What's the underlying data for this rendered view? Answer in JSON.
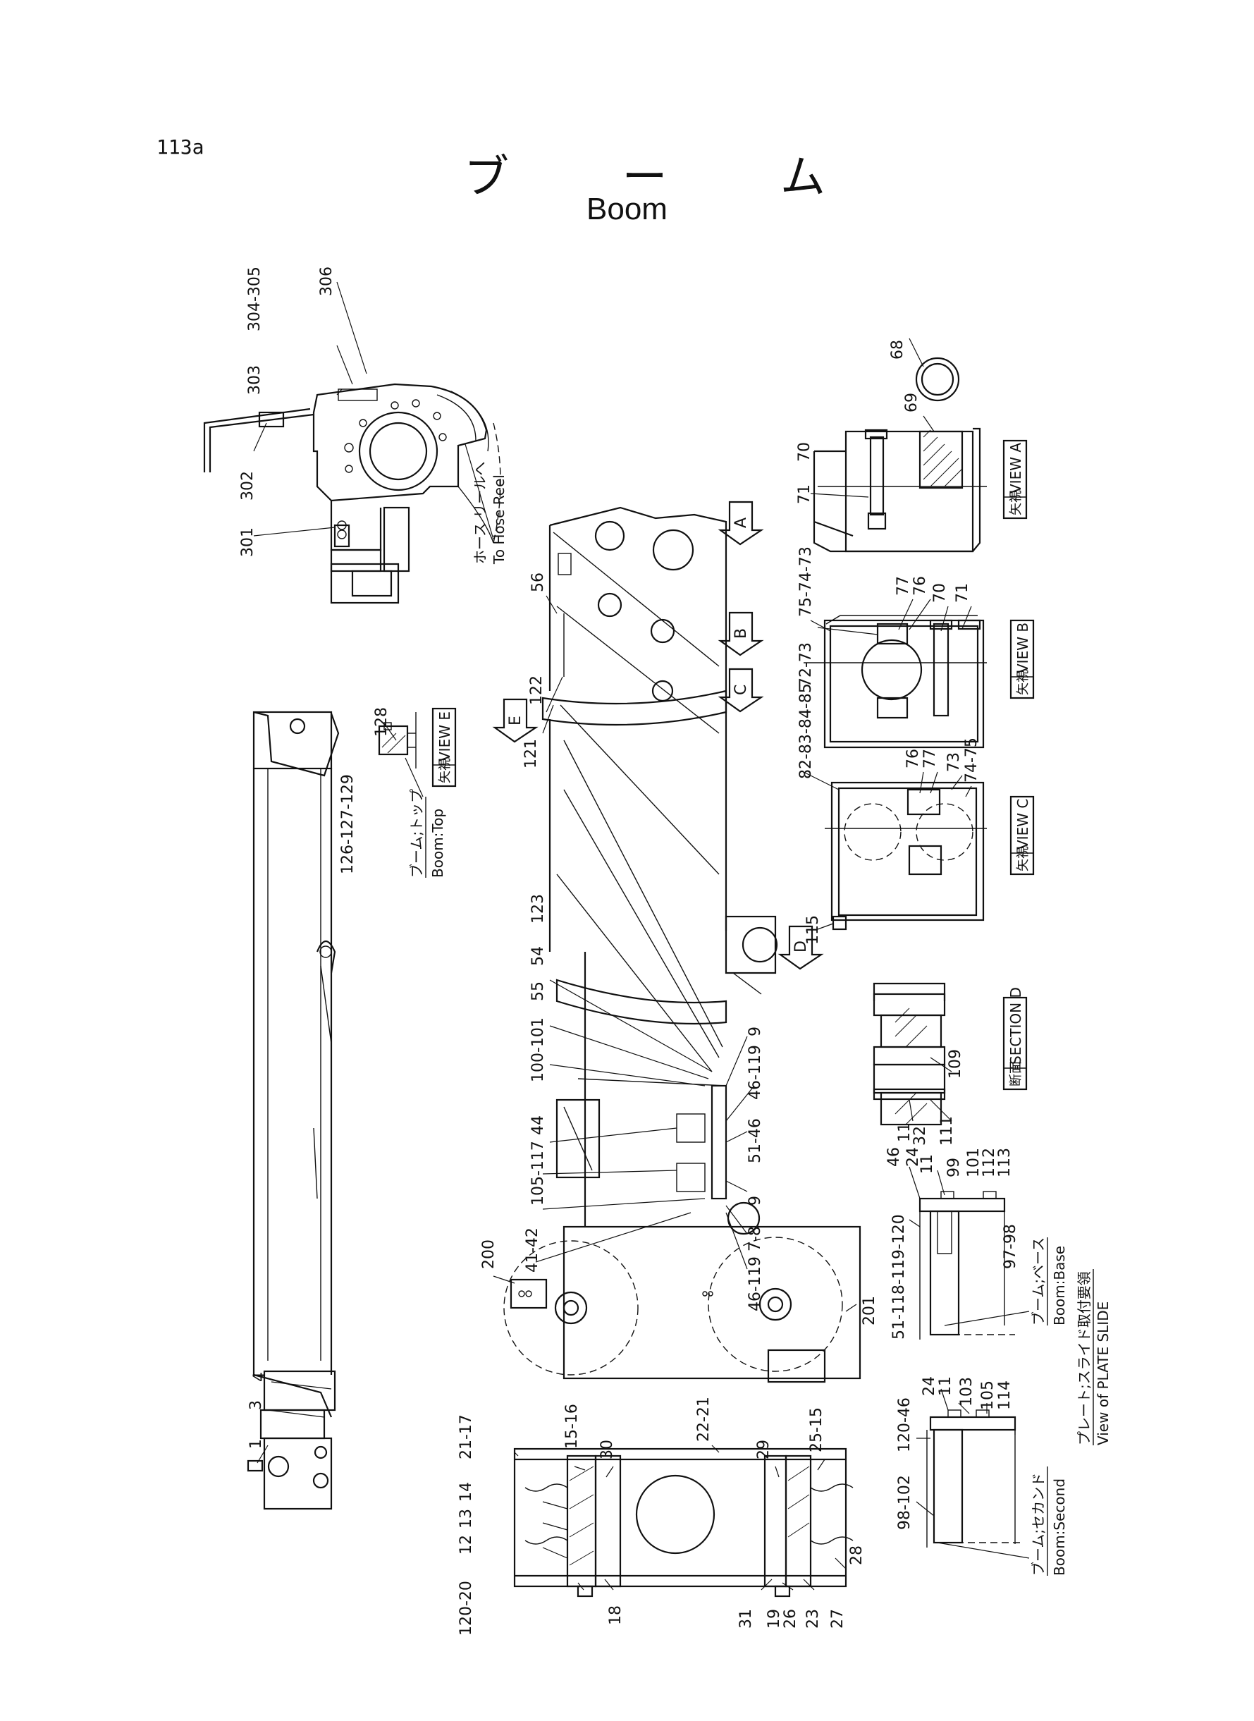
{
  "page": {
    "number": "113a",
    "title_jp": "ブ ー ム",
    "title_en": "Boom"
  },
  "callouts": {
    "c306": "306",
    "c304_305": "304-305",
    "c303": "303",
    "c302": "302",
    "c301": "301",
    "c68": "68",
    "c69": "69",
    "c70a": "70",
    "c71a": "71",
    "c75_74_73": "75-74-73",
    "c77a": "77",
    "c76a": "76",
    "c70b": "70",
    "c71b": "71",
    "c72_73": "72-73",
    "c82_85": "82-83-84-85",
    "c76b": "76",
    "c77b": "77",
    "c73": "73",
    "c74_75": "74-75",
    "c115": "115",
    "c109": "109",
    "c11a": "11",
    "c32": "32",
    "c111": "111",
    "c56": "56",
    "c122": "122",
    "c121": "121",
    "c128": "128",
    "c126_129": "126-127-129",
    "c123": "123",
    "c54": "54",
    "c55": "55",
    "c100_101": "100-101",
    "c44": "44",
    "c105_117": "105-117",
    "c41_42": "41-42",
    "c200": "200",
    "c201": "201",
    "c9a": "9",
    "c46_119a": "46-119",
    "c51_46": "51-46",
    "c9b": "9",
    "c7_8": "7-8",
    "c46_119b": "46-119",
    "c46": "46",
    "c24a": "24",
    "c11b": "11",
    "c99": "99",
    "c101": "101",
    "c112": "112",
    "c113": "113",
    "c51_120": "51-118-119-120",
    "c97_98": "97-98",
    "c24b": "24",
    "c11c": "11",
    "c103": "103",
    "c105": "105",
    "c114": "114",
    "c120_46": "120-46",
    "c98_102": "98-102",
    "c4": "4",
    "c3": "3",
    "c1": "1",
    "c21_17": "21-17",
    "c14": "14",
    "c13": "13",
    "c12": "12",
    "c15_16a": "15-16",
    "c30": "30",
    "c120_20": "120-20",
    "c18": "18",
    "c22_21": "22-21",
    "c29": "29",
    "c25_15": "25-15",
    "c31": "31",
    "c19": "19",
    "c26": "26",
    "c23": "23",
    "c27": "27",
    "c28": "28"
  },
  "view_marks": {
    "A": "A",
    "B": "B",
    "C": "C",
    "D": "D",
    "E": "E"
  },
  "view_boxes": {
    "view_a_jp": "矢視",
    "view_a": "VIEW A",
    "view_b_jp": "矢視",
    "view_b": "VIEW B",
    "view_c_jp": "矢視",
    "view_c": "VIEW C",
    "section_d_jp": "断面",
    "section_d": "SECTION D",
    "view_e_jp": "矢視",
    "view_e": "VIEW E"
  },
  "notes": {
    "hose_reel_jp": "ホース リールへ",
    "hose_reel_en": "To Hose Reel",
    "boom_top_jp": "ブーム;トップ",
    "boom_top_en": "Boom:Top",
    "boom_base_jp": "ブーム;ベース",
    "boom_base_en": "Boom:Base",
    "boom_second_jp": "ブーム;セカンド",
    "boom_second_en": "Boom:Second",
    "plate_slide_jp": "プレート;スライド取付要領",
    "plate_slide_en": "View of PLATE SLIDE"
  }
}
